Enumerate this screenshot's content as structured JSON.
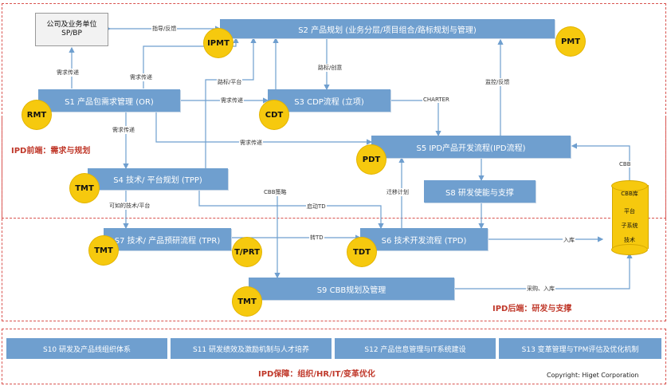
{
  "boxes": {
    "s2": "S2 产品规划 (业务分层/项目组合/路标规划与管理)",
    "s1": "S1 产品包需求管理 (OR)",
    "s3": "S3 CDP流程 (立项)",
    "s4": "S4 技术/ 平台规划 (TPP)",
    "s5": "S5 IPD产品开发流程(IPD流程)",
    "s8": "S8 研发使能与支撑",
    "s6": "S6 技术开发流程 (TPD)",
    "s7": "S7 技术/ 产品预研流程 (TPR)",
    "s9": "S9 CBB规划及管理"
  },
  "badges": {
    "ipmt": "IPMT",
    "pmt": "PMT",
    "rmt": "RMT",
    "cdt": "CDT",
    "pdt": "PDT",
    "tmt1": "TMT",
    "tmt2": "TMT",
    "tprt": "T/PRT",
    "tdt": "TDT",
    "tmt3": "TMT"
  },
  "doc": {
    "line1": "公司及业务单位",
    "line2": "SP/BP"
  },
  "cbb": {
    "top": "CBB库",
    "l1": "平台",
    "l2": "子系统",
    "l3": "技术"
  },
  "labels": {
    "guide": "指导/反馈",
    "req1": "需求传递",
    "req2": "需求传递",
    "roadmap_platform": "路标/平台",
    "req3": "需求传递",
    "roadmap_idea": "路标/创意",
    "charter": "CHARTER",
    "monitor": "监控/反馈",
    "req4": "需求传递",
    "req5": "需求传递",
    "cbb": "CBB",
    "cbb_strategy": "CBB策略",
    "migrate_plan": "迁移计划",
    "tech_platform": "可如的技术/平台",
    "start_td": "启动TD",
    "turn_td": "转TD",
    "store1": "入库",
    "purchase_store": "采购、入库"
  },
  "regions": {
    "front": "IPD前端：需求与规划",
    "back": "IPD后端：研发与支撑",
    "support": "IPD保障：组织/HR/IT/变革优化"
  },
  "bottom": {
    "s10": "S10 研发及产品线组织体系",
    "s11": "S11 研发绩效及激励机制与人才培养",
    "s12": "S12 产品信息管理与IT系统建设",
    "s13": "S13 变革管理与TPM评估及优化机制"
  },
  "copyright": "Copyright: Higet Corporation"
}
